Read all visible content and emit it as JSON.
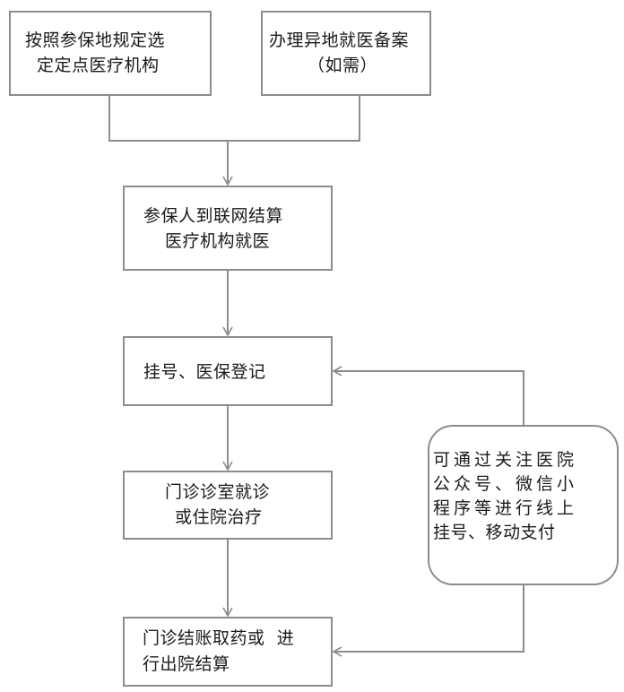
{
  "diagram": {
    "title": "",
    "nodes": [
      {
        "id": "choose-institution",
        "lines": [
          "按照参保地规定选",
          "定定点医疗机构"
        ]
      },
      {
        "id": "register-offsite",
        "lines": [
          "办理异地就医备案",
          "（如需）"
        ]
      },
      {
        "id": "visit-institution",
        "lines": [
          "参保人到联网结算",
          "医疗机构就医"
        ]
      },
      {
        "id": "registration",
        "lines": [
          "挂号、医保登记"
        ]
      },
      {
        "id": "treatment",
        "lines": [
          "门诊诊室就诊",
          "或住院治疗"
        ]
      },
      {
        "id": "settlement",
        "lines": [
          "门诊结账取药或  进",
          "行出院结算"
        ]
      }
    ],
    "note": {
      "id": "online-note",
      "lines": [
        "可通过关注医院",
        "公众号、微信小",
        "程序等进行线上",
        "挂号、移动支付"
      ]
    },
    "edges": [
      {
        "from": "choose-institution",
        "to": "visit-institution"
      },
      {
        "from": "register-offsite",
        "to": "visit-institution"
      },
      {
        "from": "visit-institution",
        "to": "registration"
      },
      {
        "from": "registration",
        "to": "treatment"
      },
      {
        "from": "treatment",
        "to": "settlement"
      },
      {
        "from": "online-note",
        "to": "registration"
      },
      {
        "from": "online-note",
        "to": "settlement"
      }
    ]
  }
}
